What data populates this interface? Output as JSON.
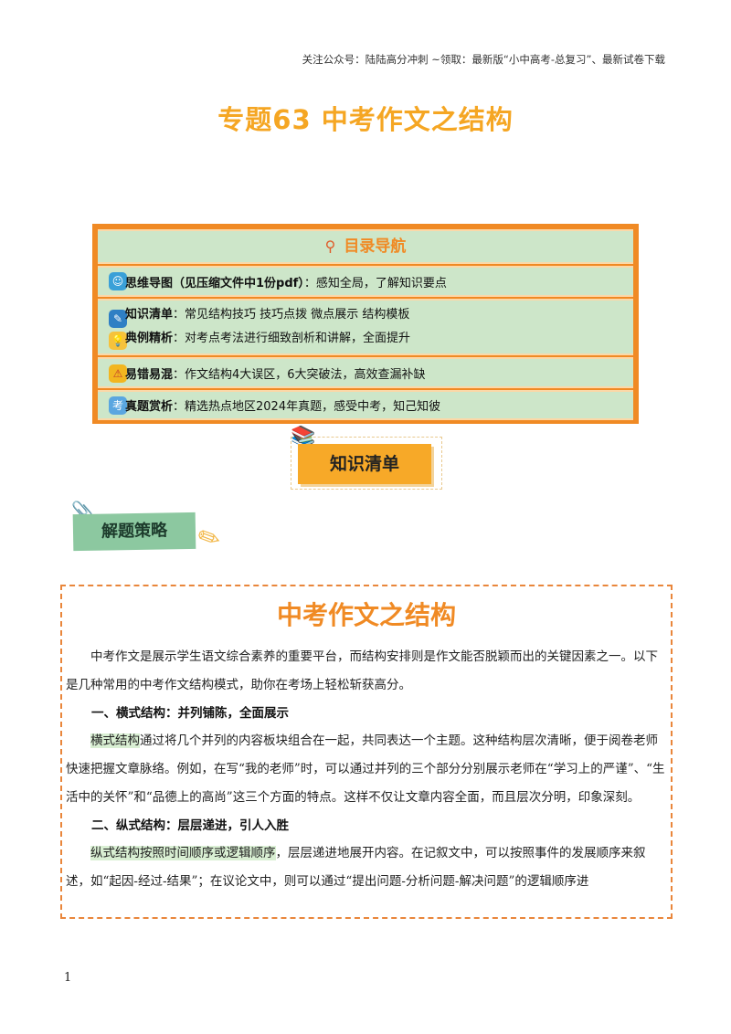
{
  "header_note": "关注公众号：陆陆高分冲刺 ~领取：最新版“小中高考-总复习”、最新试卷下载",
  "title": "专题63  中考作文之结构",
  "toc": {
    "heading": "目录导航",
    "rows": [
      {
        "label": "思维导图（见压缩文件中1份pdf）",
        "text": "：感知全局，了解知识要点"
      },
      {
        "label": "知识清单",
        "text": "：常见结构技巧  技巧点拨  微点展示  结构模板"
      },
      {
        "label": "典例精析",
        "text": "：对考点考法进行细致剖析和讲解，全面提升"
      },
      {
        "label": "易错易混",
        "text": "：作文结构4大误区，6大突破法，高效查漏补缺"
      },
      {
        "label": "真题赏析",
        "text": "：精选热点地区2024年真题，感受中考，知己知彼"
      }
    ],
    "icon_chars": [
      "☺",
      "✎",
      "💡",
      "⚠",
      "考"
    ]
  },
  "badge": "知识清单",
  "strategy": "解题策略",
  "content": {
    "title": "中考作文之结构",
    "intro": "中考作文是展示学生语文综合素养的重要平台，而结构安排则是作文能否脱颖而出的关键因素之一。以下是几种常用的中考作文结构模式，助你在考场上轻松斩获高分。",
    "sec1_head": "一、横式结构：并列铺陈，全面展示",
    "sec1_hl": "横式结构",
    "sec1_text": "通过将几个并列的内容板块组合在一起，共同表达一个主题。这种结构层次清晰，便于阅卷老师快速把握文章脉络。例如，在写“我的老师”时，可以通过并列的三个部分分别展示老师在“学习上的严谨”、“生活中的关怀”和“品德上的高尚”这三个方面的特点。这样不仅让文章内容全面，而且层次分明，印象深刻。",
    "sec2_head": "二、纵式结构：层层递进，引人入胜",
    "sec2_hl": "纵式结构按照时间顺序或逻辑顺序",
    "sec2_text": "，层层递进地展开内容。在记叙文中，可以按照事件的发展顺序来叙述，如“起因-经过-结果”；在议论文中，则可以通过“提出问题-分析问题-解决问题”的逻辑顺序进"
  },
  "page_number": "1",
  "colors": {
    "accent": "#f08a24",
    "toc_row": "#cde6c9",
    "highlight": "#d9efd3"
  }
}
